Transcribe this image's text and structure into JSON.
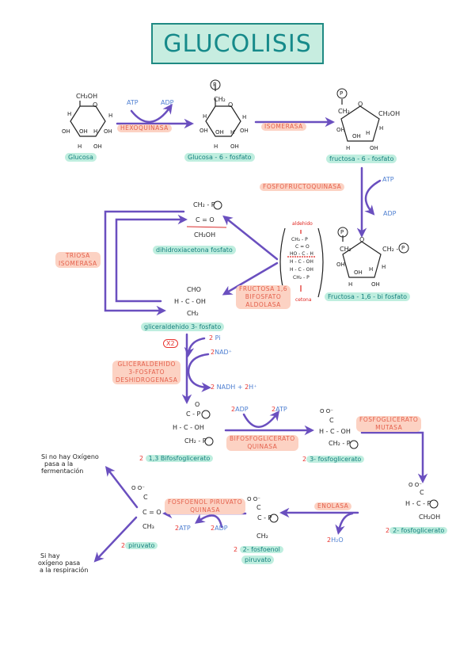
{
  "title": "GLUCOLISIS",
  "colors": {
    "title_bg": "#c7ede0",
    "title_border": "#1f8a83",
    "title_text": "#168a8a",
    "arrow": "#6a4fbf",
    "enzyme_bg": "#fcd2c3",
    "enzyme_text": "#e4604c",
    "molecule_bg": "#bfeedf",
    "molecule_text": "#15807e",
    "cofactor": "#4e7fd1",
    "stoich": "#e8332e"
  },
  "molecules": {
    "glucosa": {
      "label": "Glucosa",
      "ch2oh": "CH₂OH",
      "o": "O",
      "subs": [
        "H",
        "H",
        "OH",
        "OH",
        "H",
        "OH",
        "H",
        "OH"
      ]
    },
    "glucosa6p": {
      "label": "Glucosa - 6 - fosfato",
      "p": "P",
      "ch2": "CH₂",
      "o": "O",
      "subs": [
        "H",
        "H",
        "OH",
        "OH",
        "H",
        "OH",
        "H",
        "OH"
      ]
    },
    "fructosa6p": {
      "label": "fructosa - 6 - fosfato",
      "p": "P",
      "ch2": "CH₂",
      "o": "O",
      "ch2oh": "CH₂OH",
      "subs": [
        "OH",
        "H",
        "OH",
        "H",
        "H",
        "OH"
      ]
    },
    "fructosa16bp": {
      "label": "Fructosa - 1,6 - bi fosfato",
      "p": "P",
      "ch2": "CH₂",
      "ch2p": "CH₂ -",
      "o": "O",
      "subs": [
        "OH",
        "H",
        "OH",
        "H",
        "H",
        "OH"
      ]
    },
    "open_chain": {
      "top_note": "aldehido",
      "bottom_note": "cetona",
      "lines": [
        "CH₂ - P",
        "C = O",
        "HO - C - H",
        "H - C - OH",
        "H - C - OH",
        "CH₂ - P"
      ]
    },
    "dhap": {
      "label": "dihidroxiacetona fosfato",
      "lines": [
        "CH₂ - P",
        "C = O",
        "CH₂OH"
      ]
    },
    "g3p": {
      "label": "gliceraldehido 3- fosfato",
      "lines": [
        "CHO",
        "H - C - OH",
        "CH₂"
      ]
    },
    "bpg13": {
      "coef": "2",
      "label": "1,3 Bifosfoglicerato",
      "lines": [
        "O",
        "C - P",
        "H - C - OH",
        "CH₂ - P"
      ]
    },
    "pg3": {
      "coef": "2",
      "label": "3- fosfoglicerato",
      "lines": [
        "O  O⁻",
        "C",
        "H - C - OH",
        "CH₂ - P"
      ]
    },
    "pg2": {
      "coef": "2",
      "label": "2- fosfoglicerato",
      "lines": [
        "O  O⁻",
        "C",
        "H - C - P",
        "CH₂OH"
      ]
    },
    "pep": {
      "coef": "2",
      "label_line1": "2- fosfoenol",
      "label_line2": "piruvato",
      "lines": [
        "O  O⁻",
        "C",
        "C - P",
        "CH₂"
      ]
    },
    "piruvato": {
      "coef": "2",
      "label": "piruvato",
      "lines": [
        "O  O⁻",
        "C",
        "C = O",
        "CH₃"
      ]
    }
  },
  "enzymes": {
    "hexoquinasa": "HEXOQUINASA",
    "isomerasa": "ISOMERASA",
    "fosfofructoquinasa": "FOSFOFRUCTOQUINASA",
    "aldolasa": [
      "FRUCTOSA 1,6",
      "BIFOSFATO",
      "ALDOLASA"
    ],
    "triosa_isomerasa": [
      "TRIOSA",
      "ISOMERASA"
    ],
    "g3p_deshidrogenasa": [
      "GLICERALDEHIDO",
      "3-FOSFATO",
      "DESHIDROGENASA"
    ],
    "bpg_quinasa": [
      "BIFOSFOGLICERATO",
      "QUINASA"
    ],
    "pg_mutasa": [
      "FOSFOGLICERATO",
      "MUTASA"
    ],
    "enolasa": "ENOLASA",
    "pk": [
      "FOSFOENOL PIRUVATO",
      "QUINASA"
    ]
  },
  "cofactors": {
    "step1_in": "ATP",
    "step1_out": "ADP",
    "step3_in": "ATP",
    "step3_out": "ADP",
    "multiplier": "X2",
    "step6_pi": {
      "coef": "2",
      "text": "Pi"
    },
    "step6_nad": {
      "coef": "2",
      "text": "NAD⁺"
    },
    "step6_out": {
      "coef": "2",
      "text": "NADH +",
      "coef2": "2",
      "text2": "H⁺"
    },
    "step7_in": {
      "coef": "2",
      "text": "ADP"
    },
    "step7_out": {
      "coef": "2",
      "text": "ATP"
    },
    "step9_out": {
      "coef": "2",
      "text": "H₂O"
    },
    "step10_in": {
      "coef": "2",
      "text": "ADP"
    },
    "step10_out": {
      "coef": "2",
      "text": "ATP"
    }
  },
  "notes": {
    "no_oxygen": [
      "Si no hay Oxígeno",
      "pasa a la",
      "fermentación"
    ],
    "oxygen": [
      "Si hay",
      "oxígeno pasa",
      "a la respiración"
    ]
  }
}
